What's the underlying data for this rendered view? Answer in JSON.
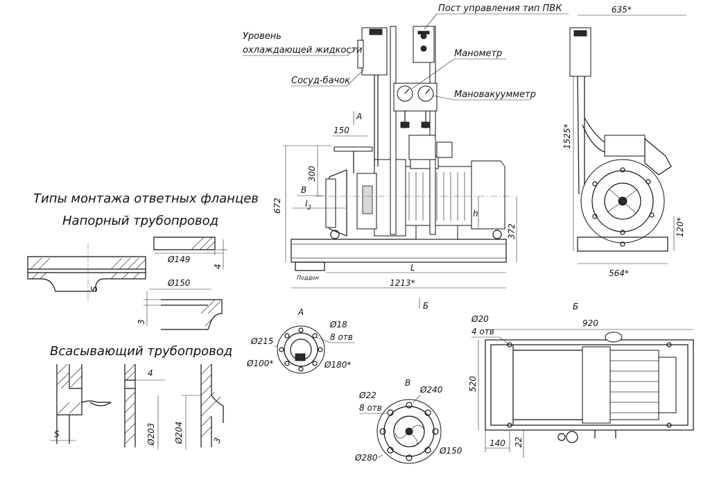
{
  "callouts": {
    "control_post": "Пост управления тип ПВК",
    "coolant_level_1": "Уровень",
    "coolant_level_2": "охлаждающей жидкости",
    "vessel": "Сосуд-бачок",
    "manometer": "Манометр",
    "manovacuummeter": "Мановакуумметр",
    "pallet": "Поддон"
  },
  "flanges": {
    "title": "Типы монтажа ответных фланцев",
    "discharge": "Напорный трубопровод",
    "suction": "Всасывающий трубопровод",
    "d149": "Ø149",
    "d150": "Ø150",
    "d203": "Ø203",
    "d204": "Ø204",
    "n4a": "4",
    "n4b": "4",
    "n3a": "3",
    "n3b": "3",
    "s1": "S",
    "s2": "S"
  },
  "front_view": {
    "d150": "150",
    "d300": "300",
    "d672": "672",
    "d372": "372",
    "h": "h",
    "l2": "l",
    "l2sub": "2",
    "L": "L",
    "d1213": "1213*",
    "markA": "A",
    "markB": "B",
    "markBe": "Б"
  },
  "side_view": {
    "d635": "635*",
    "d1525": "1525*",
    "d120": "120*",
    "d564": "564*"
  },
  "view_a": {
    "title": "A",
    "d215": "Ø215",
    "d18": "Ø18",
    "holes": "8 отв",
    "d100": "Ø100*",
    "d180": "Ø180*"
  },
  "view_b": {
    "title": "B",
    "d22": "Ø22",
    "holes": "8 отв",
    "d240": "Ø240",
    "d280": "Ø280",
    "d150": "Ø150"
  },
  "view_be": {
    "title": "Б",
    "d20": "Ø20",
    "holes": "4 отв",
    "d920": "920",
    "d520": "520",
    "d140": "140",
    "d22": "22"
  }
}
